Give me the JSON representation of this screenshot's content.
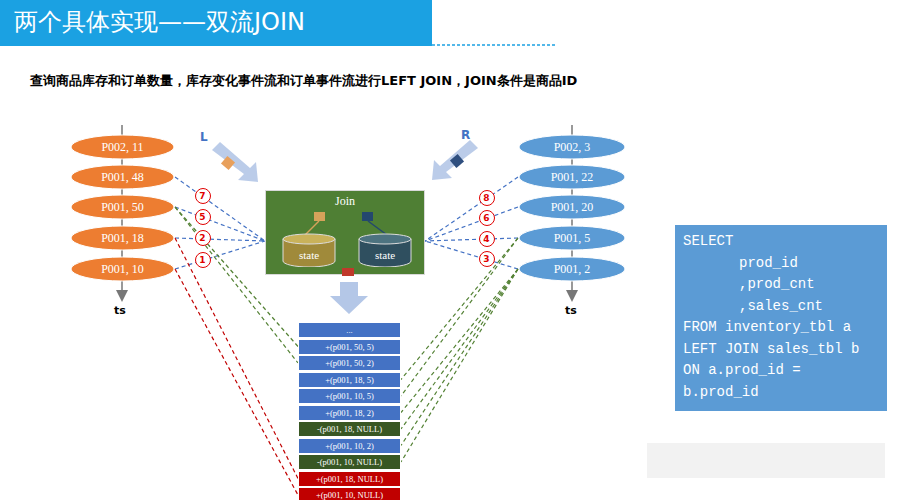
{
  "diagram": {
    "title": "两个具体实现——双流JOIN",
    "nodes": [
      {
        "text": [
          "P002, 11"
        ]
      },
      {
        "text": [
          "P001, 48"
        ]
      },
      {
        "text": [
          "P001, 50"
        ]
      },
      {
        "text": [
          "P001, 18"
        ]
      },
      {
        "text": [
          "P001, 10"
        ]
      },
      {
        "text": [
          "P002, 3"
        ]
      },
      {
        "text": [
          "P001, 22"
        ]
      },
      {
        "text": [
          "P001, 20"
        ]
      },
      {
        "text": [
          "P001, 5"
        ]
      },
      {
        "text": [
          "P001, 2"
        ]
      },
      {
        "text": [
          "Join"
        ]
      },
      {
        "text": [
          "state"
        ],
        "in": 10
      },
      {
        "text": [
          "state"
        ],
        "in": 10
      },
      {
        "text": [
          "..."
        ]
      },
      {
        "text": [
          "+(p001, 50, 5)"
        ]
      },
      {
        "text": [
          "+(p001, 50, 2)"
        ]
      },
      {
        "text": [
          "+(p001, 18, 5)"
        ]
      },
      {
        "text": [
          "+(p001, 10, 5)"
        ]
      },
      {
        "text": [
          "+(p001, 18, 2)"
        ]
      },
      {
        "text": [
          "-(p001, 18, NULL)"
        ]
      },
      {
        "text": [
          "+(p001, 10, 2)"
        ]
      },
      {
        "text": [
          "-(p001, 10, NULL)"
        ]
      },
      {
        "text": [
          "+(p001, 18, NULL)"
        ]
      },
      {
        "text": [
          "+(p001, 10, NULL)"
        ]
      },
      {
        "text": [
          "SELECT",
          "prod_id",
          ",prod_cnt",
          ",sales_cnt",
          "FROM inventory_tbl a",
          "LEFT JOIN sales_tbl b",
          "ON a.prod_id =",
          "b.prod_id"
        ]
      }
    ],
    "edges": [
      {
        "from": 1,
        "to": 10,
        "arrow": "none"
      },
      {
        "from": 2,
        "to": 10,
        "arrow": "none"
      },
      {
        "from": 3,
        "to": 10,
        "arrow": "none"
      },
      {
        "from": 4,
        "to": 10,
        "arrow": "none"
      },
      {
        "from": 6,
        "to": 10,
        "arrow": "none"
      },
      {
        "from": 7,
        "to": 10,
        "arrow": "none"
      },
      {
        "from": 8,
        "to": 10,
        "arrow": "none"
      },
      {
        "from": 9,
        "to": 10,
        "arrow": "none"
      },
      {
        "from": 2,
        "to": 14,
        "arrow": "none"
      },
      {
        "from": 2,
        "to": 15,
        "arrow": "none"
      },
      {
        "from": 3,
        "to": 22,
        "arrow": "none"
      },
      {
        "from": 4,
        "to": 23,
        "arrow": "none"
      },
      {
        "from": 8,
        "to": 16,
        "arrow": "none"
      },
      {
        "from": 8,
        "to": 17,
        "arrow": "none"
      },
      {
        "from": 9,
        "to": 18,
        "arrow": "none"
      },
      {
        "from": 9,
        "to": 19,
        "arrow": "none"
      },
      {
        "from": 9,
        "to": 20,
        "arrow": "none"
      },
      {
        "from": 9,
        "to": 21,
        "arrow": "none"
      }
    ],
    "labels": [
      "查询商品库存和订单数量，库存变化事件流和订单事件流进行LEFT JOIN，JOIN条件是商品ID",
      "L",
      "R",
      "ts",
      "ts",
      "7",
      "5",
      "2",
      "1",
      "8",
      "6",
      "4",
      "3"
    ]
  }
}
